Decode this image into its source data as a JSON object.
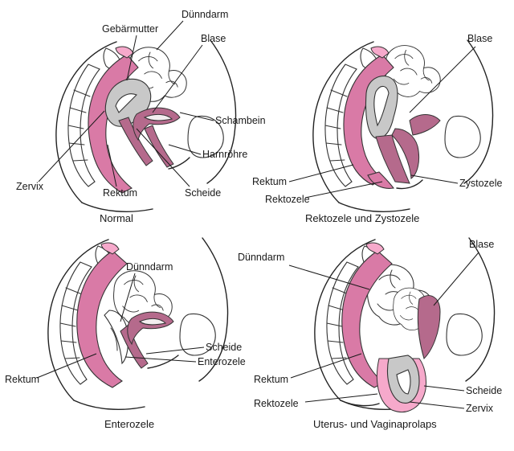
{
  "panels": {
    "normal": {
      "caption": "Normal",
      "labels": {
        "gebaermutter": "Gebärmutter",
        "duenndarm": "Dünndarm",
        "blase": "Blase",
        "schambein": "Schambein",
        "harnroehre": "Harnröhre",
        "scheide": "Scheide",
        "rektum": "Rektum",
        "zervix": "Zervix"
      }
    },
    "rektozele": {
      "caption": "Rektozele und Zystozele",
      "labels": {
        "blase": "Blase",
        "rektum": "Rektum",
        "rektozele": "Rektozele",
        "zystozele": "Zystozele"
      }
    },
    "enterozele": {
      "caption": "Enterozele",
      "labels": {
        "duenndarm": "Dünndarm",
        "scheide": "Scheide",
        "enterozele": "Enterozele",
        "rektum": "Rektum"
      }
    },
    "prolaps": {
      "caption": "Uterus- und Vaginaprolaps",
      "labels": {
        "blase": "Blase",
        "duenndarm": "Dünndarm",
        "rektum": "Rektum",
        "scheide": "Scheide",
        "zervix": "Zervix",
        "rektozele": "Rektozele"
      }
    }
  }
}
